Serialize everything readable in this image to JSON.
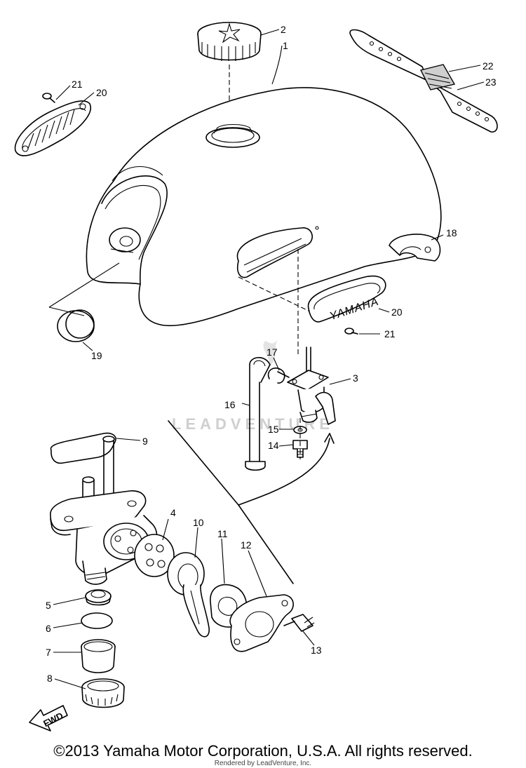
{
  "watermark": "LEADVENTURE",
  "emblem_text": "YAMAHA",
  "fwd_label": "FWD",
  "copyright": "©2013 Yamaha Motor Corporation, U.S.A. All rights reserved.",
  "rendered_by": "Rendered by LeadVenture, Inc.",
  "callouts": {
    "c1": "1",
    "c2": "2",
    "c3": "3",
    "c4": "4",
    "c5": "5",
    "c6": "6",
    "c7": "7",
    "c8": "8",
    "c9": "9",
    "c10": "10",
    "c11": "11",
    "c12": "12",
    "c13": "13",
    "c14": "14",
    "c15": "15",
    "c16": "16",
    "c17": "17",
    "c18": "18",
    "c19": "19",
    "c20a": "20",
    "c20b": "20",
    "c21a": "21",
    "c21b": "21",
    "c22": "22",
    "c23": "23"
  }
}
